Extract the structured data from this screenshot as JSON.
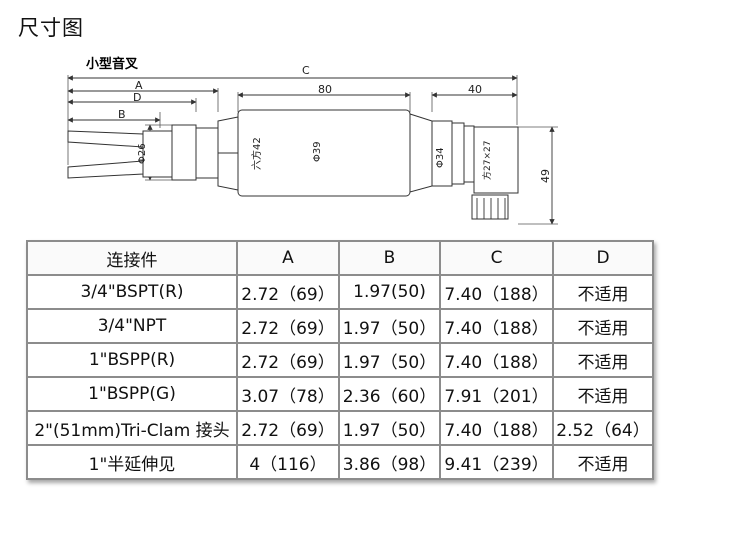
{
  "page": {
    "title": "尺寸图"
  },
  "drawing": {
    "subtitle": "小型音叉",
    "dims": {
      "C": "C",
      "A": "A",
      "D": "D",
      "B": "B",
      "len80": "80",
      "len40": "40",
      "phi26": "Φ26",
      "hex42": "六方42",
      "phi39": "Φ39",
      "phi34": "Φ34",
      "sq27": "方27×27",
      "h49": "49"
    }
  },
  "table": {
    "headers": [
      "连接件",
      "A",
      "B",
      "C",
      "D"
    ],
    "rows": [
      [
        "3/4\"BSPT(R)",
        "2.72（69）",
        "1.97(50)",
        "7.40（188）",
        "不适用"
      ],
      [
        "3/4\"NPT",
        "2.72（69）",
        "1.97（50）",
        "7.40（188）",
        "不适用"
      ],
      [
        "1\"BSPP(R)",
        "2.72（69）",
        "1.97（50）",
        "7.40（188）",
        "不适用"
      ],
      [
        "1\"BSPP(G)",
        "3.07（78）",
        "2.36（60）",
        "7.91（201）",
        "不适用"
      ],
      [
        "2\"(51mm)Tri-Clam 接头",
        "2.72（69）",
        "1.97（50）",
        "7.40（188）",
        "2.52（64）"
      ],
      [
        "1\"半延伸见",
        "4（116）",
        "3.86（98）",
        "9.41（239）",
        "不适用"
      ]
    ]
  },
  "colors": {
    "line": "#333333",
    "table_border": "#8c8c8c"
  }
}
